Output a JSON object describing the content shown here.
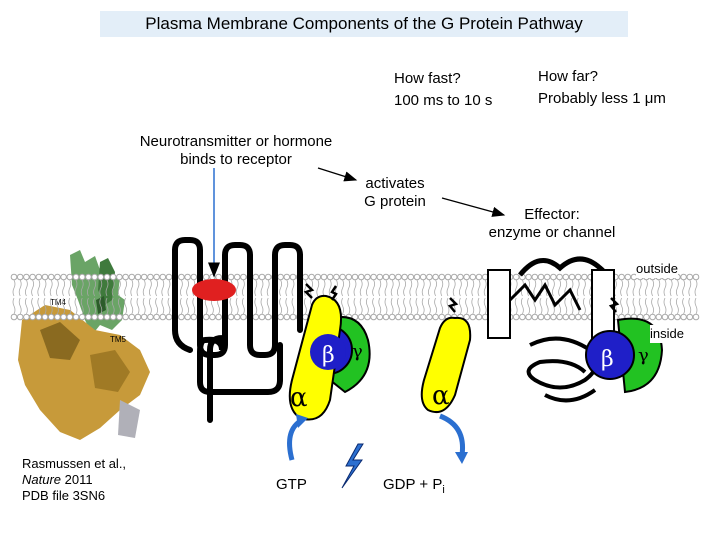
{
  "title": "Plasma Membrane Components of the G Protein Pathway",
  "speed": {
    "question": "How fast?",
    "answer": "100 ms to 10 s"
  },
  "distance": {
    "question": "How far?",
    "answer": "Probably less 1 μm"
  },
  "step1": {
    "line1": "Neurotransmitter or hormone",
    "line2": "binds to receptor"
  },
  "step2": {
    "line1": "activates",
    "line2": "G protein"
  },
  "step3": {
    "line1": "Effector:",
    "line2": "enzyme or channel"
  },
  "membrane": {
    "outside": "outside",
    "inside": "inside"
  },
  "subunits": {
    "alpha": "α",
    "beta": "β",
    "gamma": "γ"
  },
  "nucleotides": {
    "gtp": "GTP",
    "gdp": "GDP + P",
    "pi_sub": "i"
  },
  "citation": {
    "line1": "Rasmussen et al.,",
    "journal": "Nature",
    "year": " 2011",
    "line3": "PDB file 3SN6"
  },
  "structure_labels": {
    "tm4": "TM4",
    "tm5": "TM5"
  },
  "colors": {
    "title_bg": "#e3eef8",
    "alpha": "#ffff00",
    "beta": "#1f1fc8",
    "gamma": "#22c222",
    "ligand": "#e02020",
    "arrow": "#2b6fd0",
    "membrane": "#a8a8a8"
  }
}
